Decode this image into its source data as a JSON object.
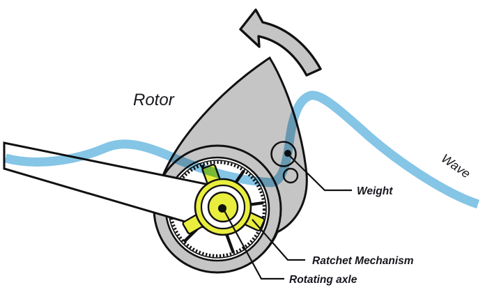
{
  "figure": {
    "labels": {
      "rotor": "Rotor",
      "wave": "Wave",
      "weight": "Weight",
      "ratchet_mechanism": "Ratchet Mechanism",
      "rotating_axle": "Rotating axle"
    },
    "colors": {
      "body_gray": "#c5c5c5",
      "wave_blue": "#85c5e6",
      "ratchet_yellow": "#e9ee3e",
      "line_black": "#111111"
    },
    "icons": {
      "rotation_arrow": "counterclockwise-rotation-arrow-icon"
    }
  }
}
